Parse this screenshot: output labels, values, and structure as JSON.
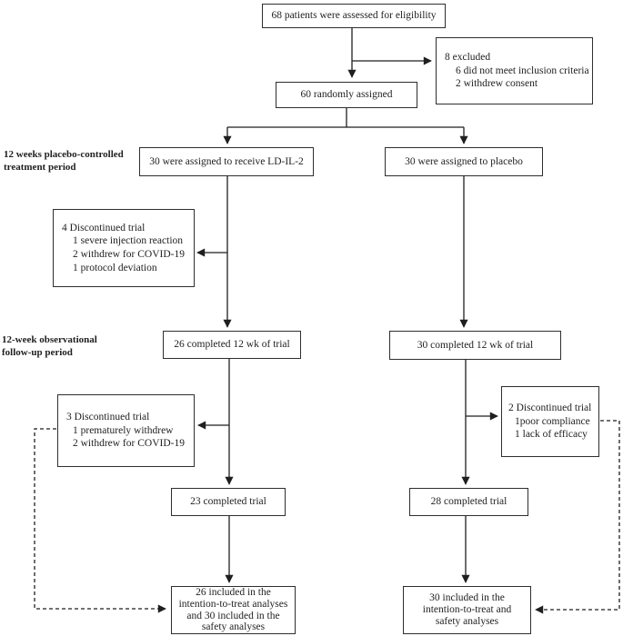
{
  "colors": {
    "line": "#1f1f1f",
    "box_border": "#2e2e2e",
    "background": "#ffffff"
  },
  "side_labels": {
    "treatment_line1": "12 weeks placebo-controlled",
    "treatment_line2": "treatment period",
    "followup_line1": "12-week observational",
    "followup_line2": "follow-up period"
  },
  "nodes": {
    "eligibility": {
      "text": "68 patients were assessed for eligibility"
    },
    "excluded": {
      "lines": [
        "8 excluded",
        "6 did not meet inclusion criteria",
        "2 withdrew consent"
      ]
    },
    "randomized": {
      "text": "60 randomly assigned"
    },
    "arm_ldil2": {
      "text": "30 were assigned to receive LD-IL-2"
    },
    "arm_placebo": {
      "text": "30 were assigned to placebo"
    },
    "discontinued_treatment_ldil2": {
      "lines": [
        "4 Discontinued trial",
        "1 severe injection reaction",
        "2 withdrew for COVID-19",
        "1 protocol deviation"
      ]
    },
    "completed_12wk_ldil2": {
      "text": "26 completed 12 wk of trial"
    },
    "completed_12wk_placebo": {
      "text": "30 completed 12 wk of trial"
    },
    "discontinued_followup_ldil2": {
      "lines": [
        "3 Discontinued trial",
        "1 prematurely withdrew",
        "2 withdrew for COVID-19"
      ]
    },
    "discontinued_followup_placebo": {
      "lines": [
        "2 Discontinued trial",
        "1poor compliance",
        "1 lack of efficacy"
      ]
    },
    "completed_trial_ldil2": {
      "text": "23 completed trial"
    },
    "completed_trial_placebo": {
      "text": "28 completed trial"
    },
    "analysis_ldil2": {
      "lines": [
        "26 included in the",
        "intention-to-treat analyses",
        "and 30 included in the",
        "safety analyses"
      ]
    },
    "analysis_placebo": {
      "lines": [
        "30 included in the",
        "intention-to-treat and",
        "safety analyses"
      ]
    }
  }
}
